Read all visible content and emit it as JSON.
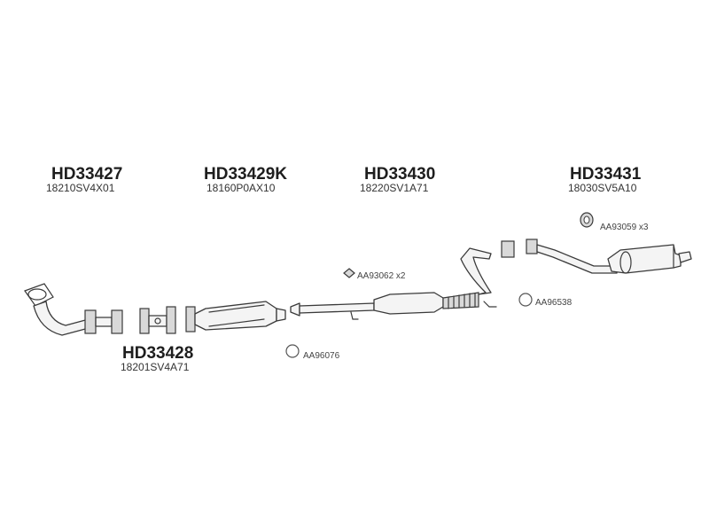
{
  "parts": [
    {
      "part_no": "HD33427",
      "oem": "18210SV4X01"
    },
    {
      "part_no": "HD33428",
      "oem": "18201SV4A71"
    },
    {
      "part_no": "HD33429K",
      "oem": "18160P0AX10"
    },
    {
      "part_no": "HD33430",
      "oem": "18220SV1A71"
    },
    {
      "part_no": "HD33431",
      "oem": "18030SV5A10"
    }
  ],
  "accessories": [
    {
      "code": "AA93062 x2",
      "icon": "rubber-hanger-icon"
    },
    {
      "code": "AA93059 x3",
      "icon": "rubber-hanger-icon"
    },
    {
      "code": "AA96538",
      "icon": "gasket-ring-icon"
    },
    {
      "code": "AA96076",
      "icon": "gasket-ring-icon"
    }
  ]
}
